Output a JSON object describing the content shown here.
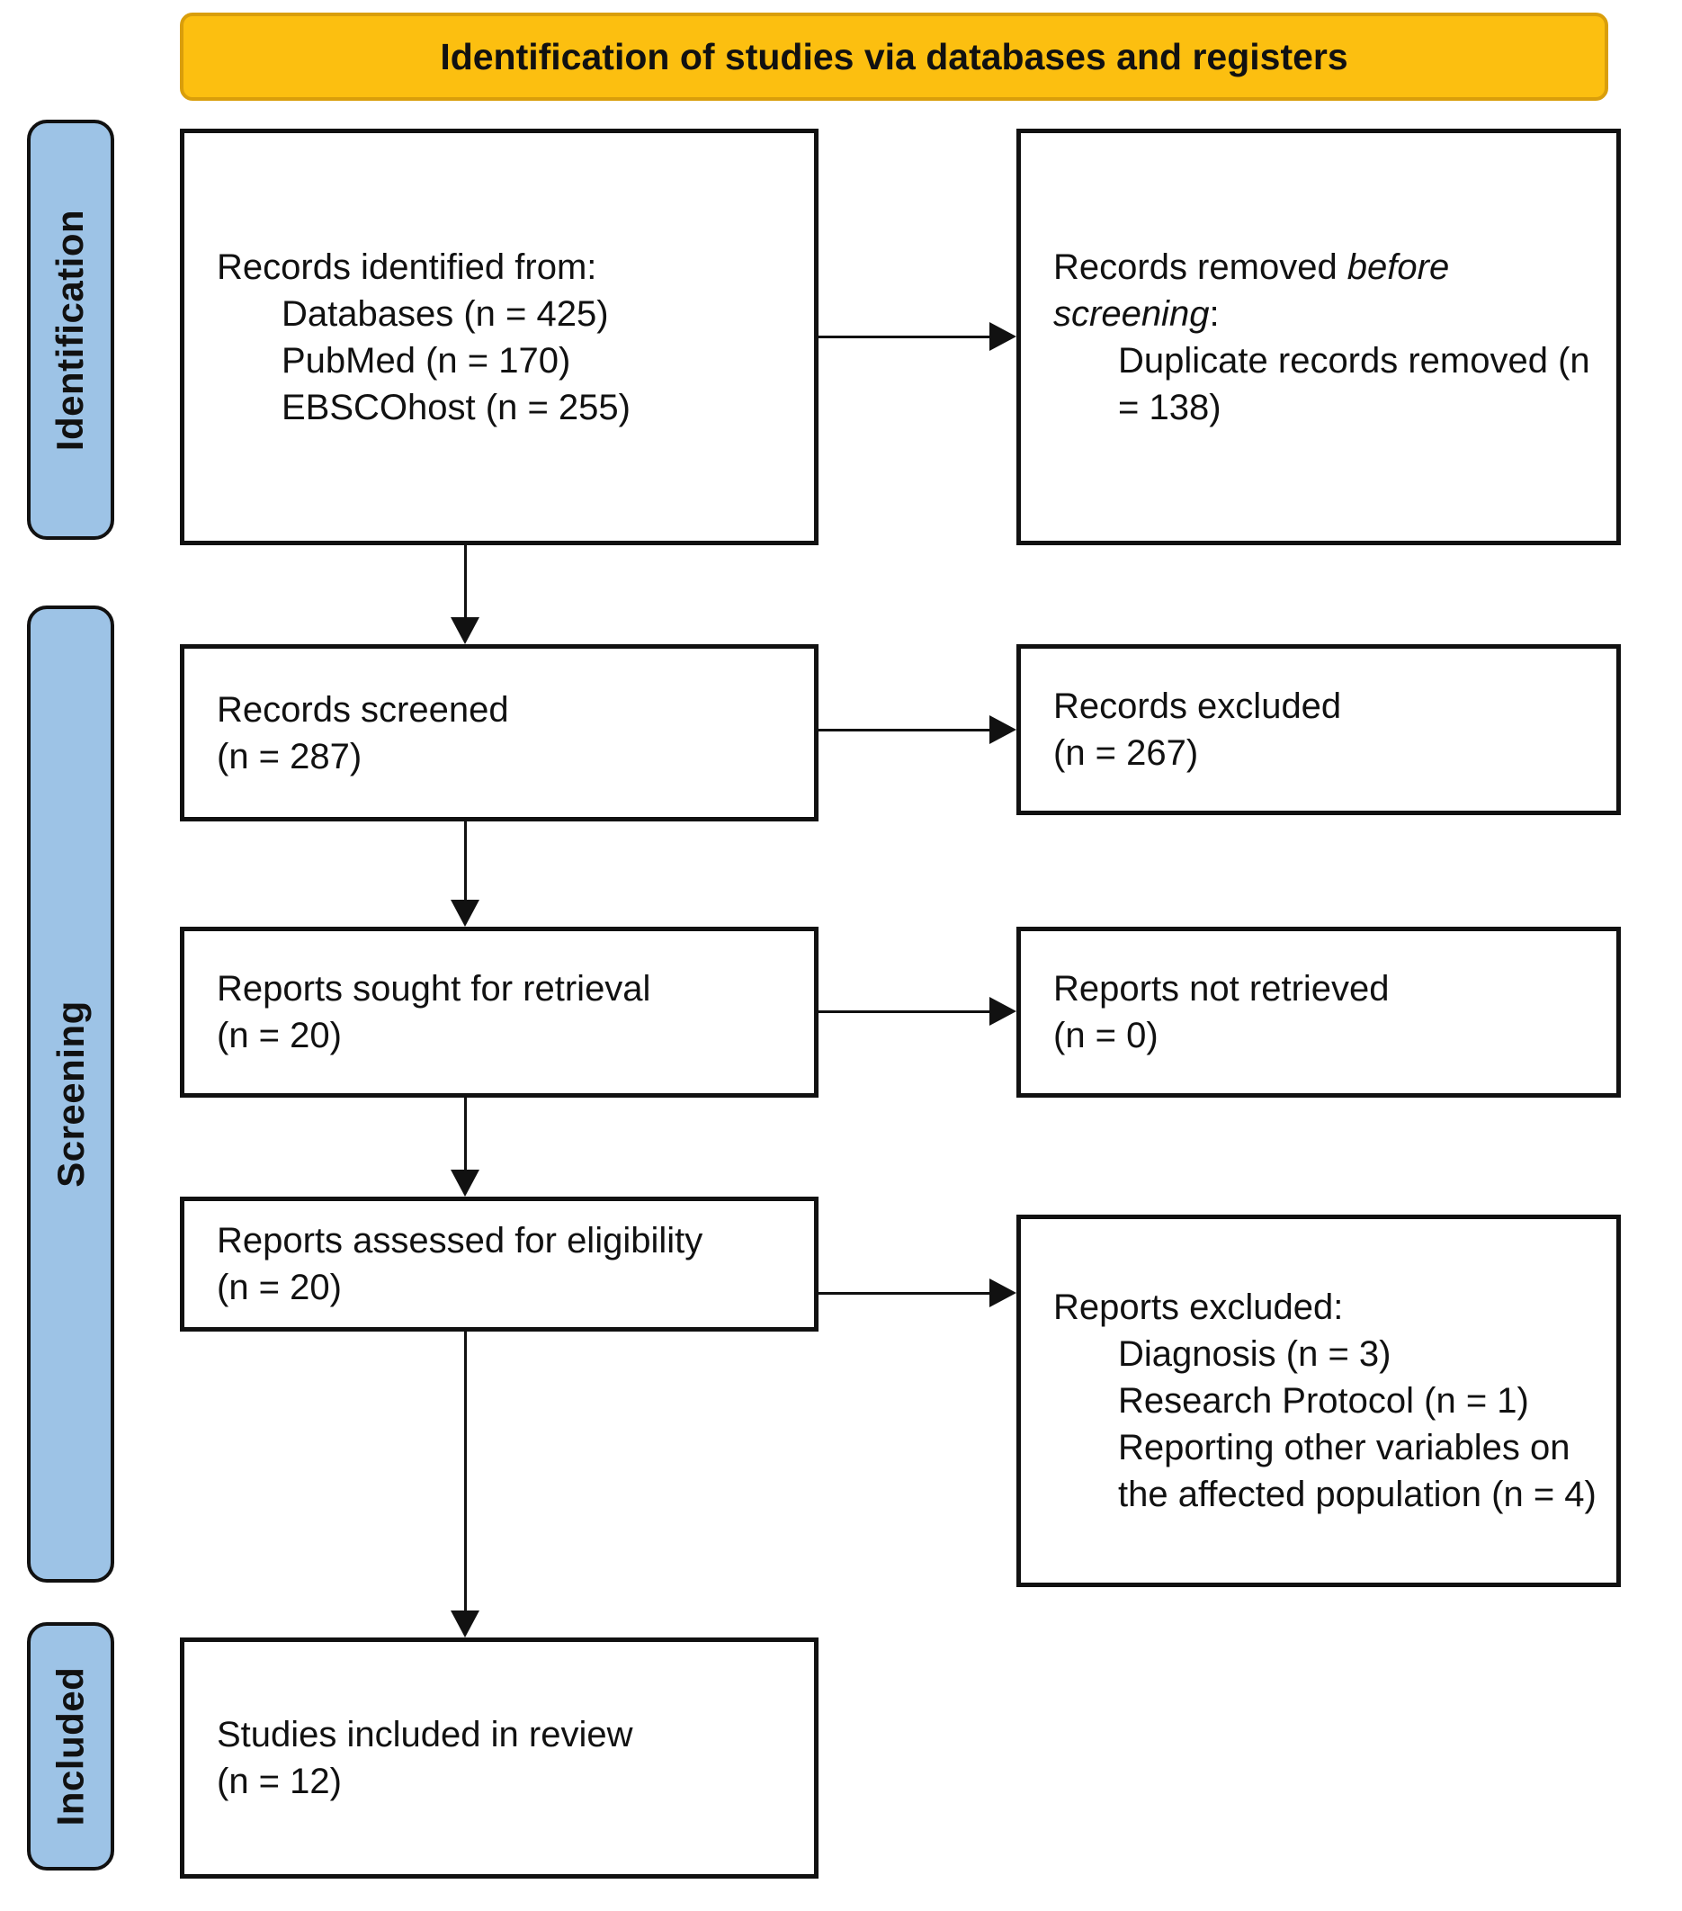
{
  "banner": {
    "title": "Identification of studies via databases and registers"
  },
  "sidebar": {
    "identification": "Identification",
    "screening": "Screening",
    "included": "Included"
  },
  "boxes": {
    "records_identified": {
      "line1": "Records identified from:",
      "items": [
        "Databases (n = 425)",
        "PubMed (n = 170)",
        "EBSCOhost (n = 255)"
      ]
    },
    "records_removed": {
      "prefix": "Records removed ",
      "italic": "before screening",
      "suffix": ":",
      "item": "Duplicate records removed (n = 138)"
    },
    "records_screened": {
      "line1": "Records screened",
      "line2": "(n = 287)"
    },
    "records_excluded": {
      "line1": "Records excluded",
      "line2": "(n = 267)"
    },
    "reports_sought": {
      "line1": "Reports sought for retrieval",
      "line2": "(n = 20)"
    },
    "reports_not_retrieved": {
      "line1": "Reports not retrieved",
      "line2": "(n = 0)"
    },
    "reports_assessed": {
      "line1": "Reports assessed for eligibility",
      "line2": "(n = 20)"
    },
    "reports_excluded": {
      "line1": "Reports excluded:",
      "items": [
        "Diagnosis (n = 3)",
        "Research Protocol (n = 1)",
        "Reporting other variables on the affected population (n = 4)"
      ]
    },
    "studies_included": {
      "line1": "Studies included in review",
      "line2": "(n = 12)"
    }
  },
  "colors": {
    "banner_fill": "#FCBF10",
    "banner_border": "#D99E0B",
    "sidebar_fill": "#9DC3E6",
    "box_border": "#111111"
  }
}
